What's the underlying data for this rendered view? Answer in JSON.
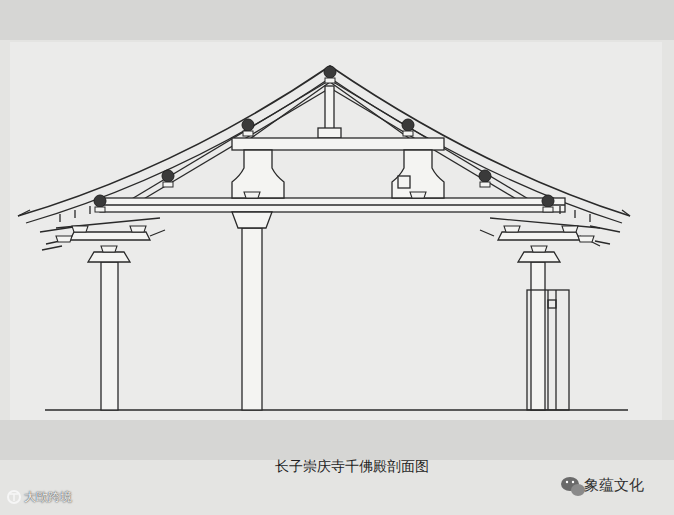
{
  "diagram": {
    "caption": "长子崇庆寺千佛殿剖面图",
    "labels": [
      "大歐跨境",
      "象蕴文化"
    ]
  }
}
